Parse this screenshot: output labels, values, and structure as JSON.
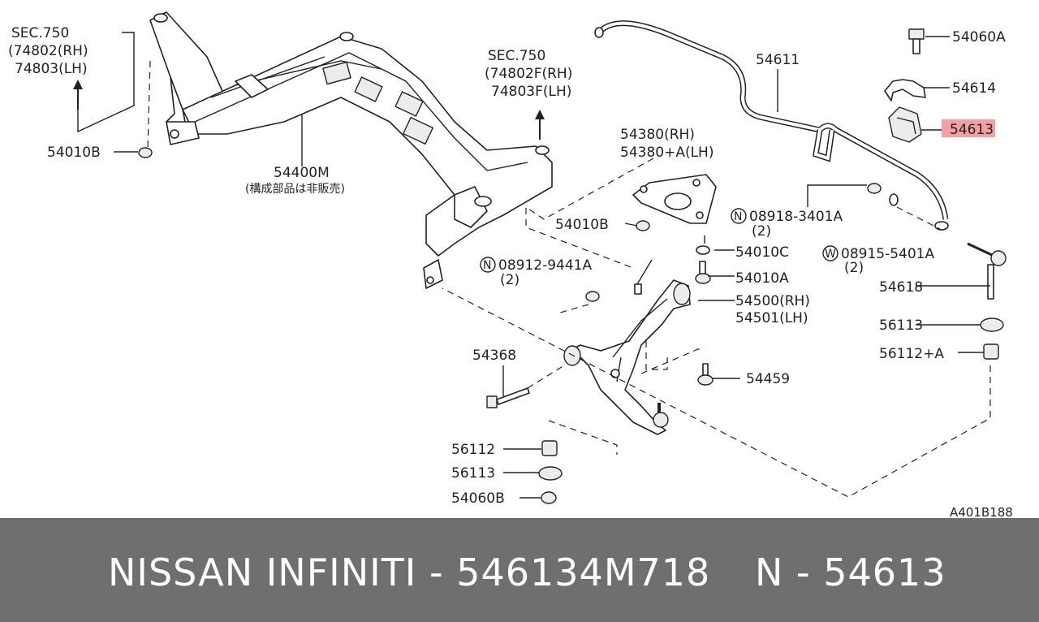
{
  "diagram": {
    "code": "A401B188",
    "highlight_color": "#f4a0a0",
    "labels": {
      "sec750_left": "SEC.750",
      "p74802_rh": "(74802(RH)",
      "p74803_lh": "74803(LH)",
      "p54010b_left": "54010B",
      "p54400m": "54400M",
      "p54400m_note": "(構成部品は非販売)",
      "sec750_center": "SEC.750",
      "p74802f_rh": "(74802F(RH)",
      "p74803f_lh": "74803F(LH)",
      "p54380_rh": "54380(RH)",
      "p54380a_lh": "54380+A(LH)",
      "p54010b_center": "54010B",
      "p54010c": "54010C",
      "p54010a": "54010A",
      "p54500_rh": "54500(RH)",
      "p54501_lh": "54501(LH)",
      "p08912_prefix": "N",
      "p08912": "08912-9441A",
      "p08912_qty": "(2)",
      "p08918_prefix": "N",
      "p08918": "08918-3401A",
      "p08918_qty": "(2)",
      "p08915_prefix": "W",
      "p08915": "08915-5401A",
      "p08915_qty": "(2)",
      "p54611": "54611",
      "p54060a": "54060A",
      "p54614": "54614",
      "p54613": "54613",
      "p54618": "54618",
      "p56113_right": "56113",
      "p56112a": "56112+A",
      "p54368": "54368",
      "p54459": "54459",
      "p56112": "56112",
      "p56113_left": "56113",
      "p54060b": "54060B"
    }
  },
  "footer": {
    "left": "NISSAN  INFINITI - 546134M718",
    "right": "N - 54613"
  }
}
